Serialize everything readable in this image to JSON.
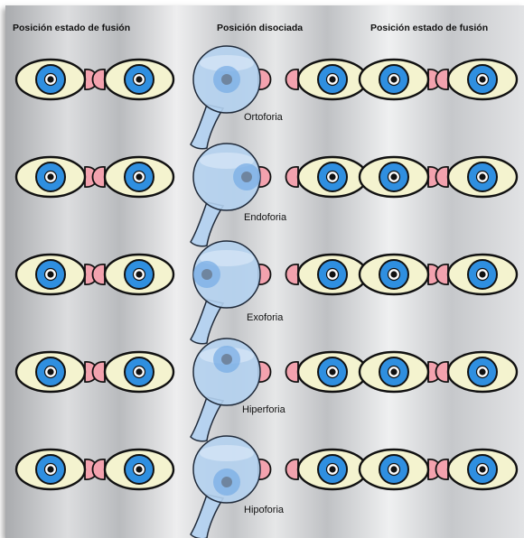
{
  "headings": {
    "left": "Posición estado de fusión",
    "center": "Posición disociada",
    "right": "Posición estado de fusión"
  },
  "rows": [
    {
      "label": "Ortoforia",
      "deviation": "none"
    },
    {
      "label": "Endoforia",
      "deviation": "inward"
    },
    {
      "label": "Exoforia",
      "deviation": "outward"
    },
    {
      "label": "Hiperforia",
      "deviation": "upward"
    },
    {
      "label": "Hipoforia",
      "deviation": "downward"
    }
  ],
  "colors": {
    "sclera": "#f4f3cf",
    "iris": "#2f8fe0",
    "pupil": "#111111",
    "nose": "#f3a2ae",
    "occluder": "#b4d2f0",
    "occluder_eye": "#7aaee6",
    "deviated_pupil": "#6d7f97"
  }
}
